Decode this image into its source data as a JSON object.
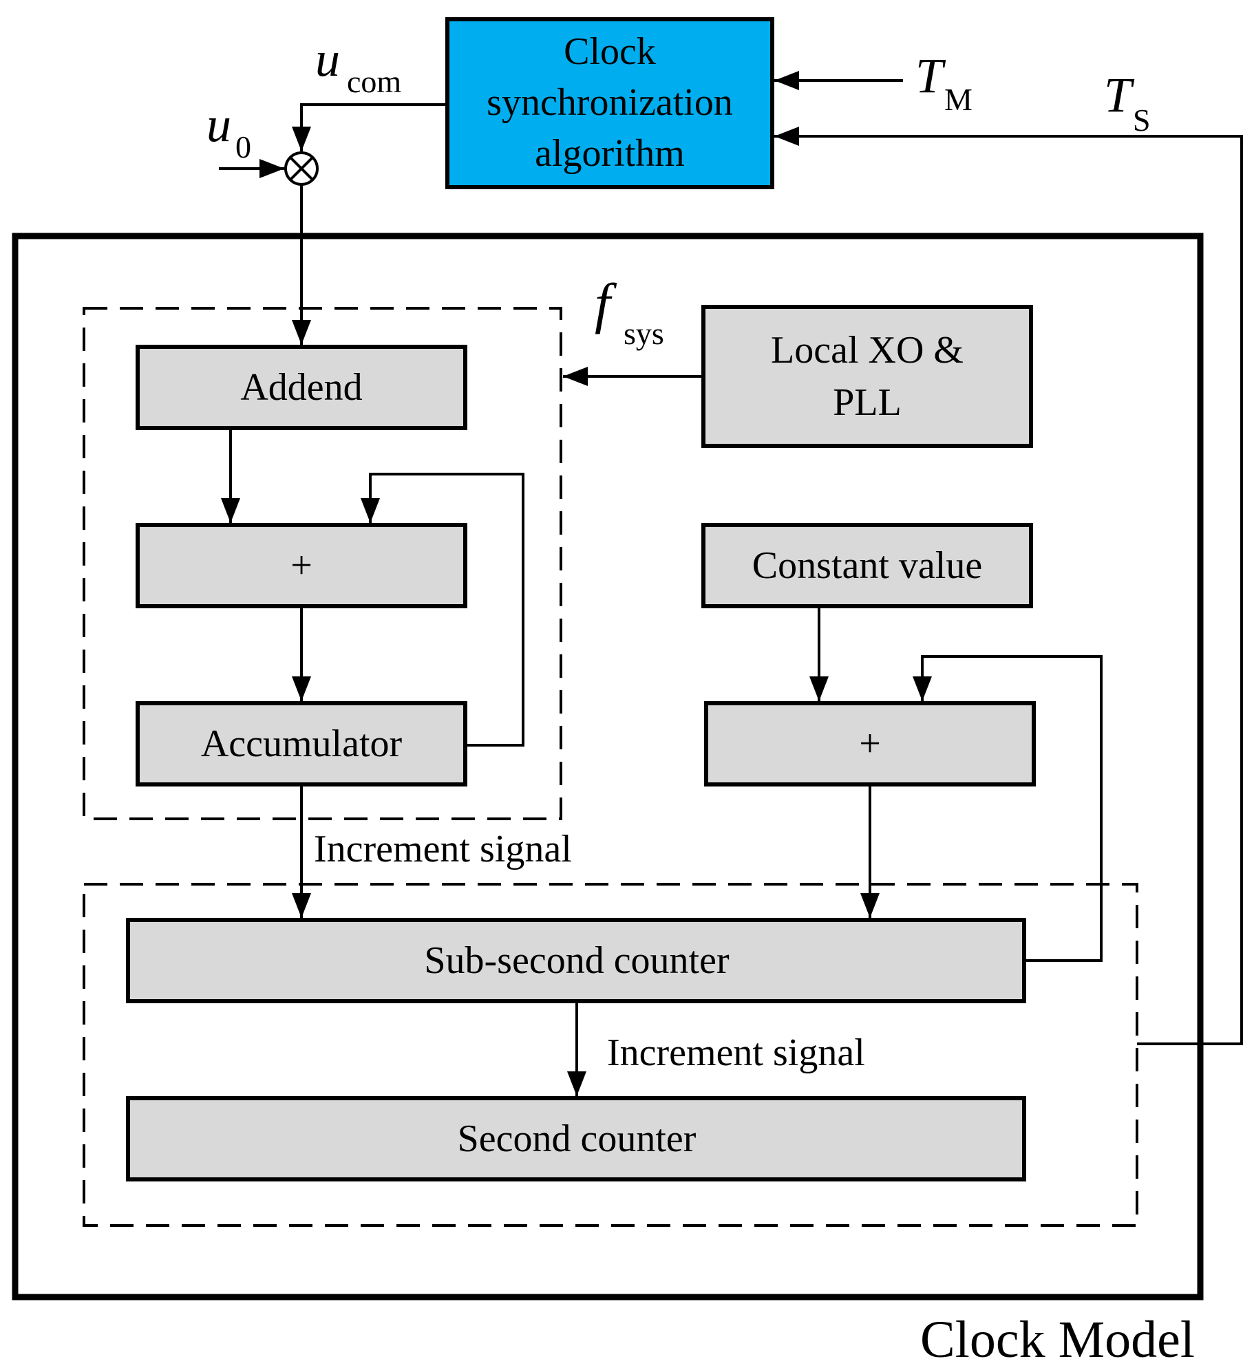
{
  "colors": {
    "accent_block": "#00AEEF",
    "gray_block": "#D9D9D9",
    "line": "#000000",
    "background": "#FFFFFF"
  },
  "blocks": {
    "clock_sync": [
      "Clock",
      "synchronization",
      "algorithm"
    ],
    "addend": "Addend",
    "adder_left": "+",
    "accumulator": "Accumulator",
    "local_xo": [
      "Local XO &",
      "PLL"
    ],
    "constant_value": "Constant value",
    "adder_right": "+",
    "sub_second_counter": "Sub-second counter",
    "second_counter": "Second counter"
  },
  "signals": {
    "u_com": {
      "symbol": "u",
      "sub": "com"
    },
    "u_0": {
      "symbol": "u",
      "sub": "0"
    },
    "t_m": {
      "symbol": "T",
      "sub": "M"
    },
    "t_s": {
      "symbol": "T",
      "sub": "S"
    },
    "f_sys": {
      "symbol": "f",
      "sub": "sys"
    }
  },
  "labels": {
    "increment_signal_1": "Increment signal",
    "increment_signal_2": "Increment signal",
    "clock_model": "Clock Model"
  }
}
